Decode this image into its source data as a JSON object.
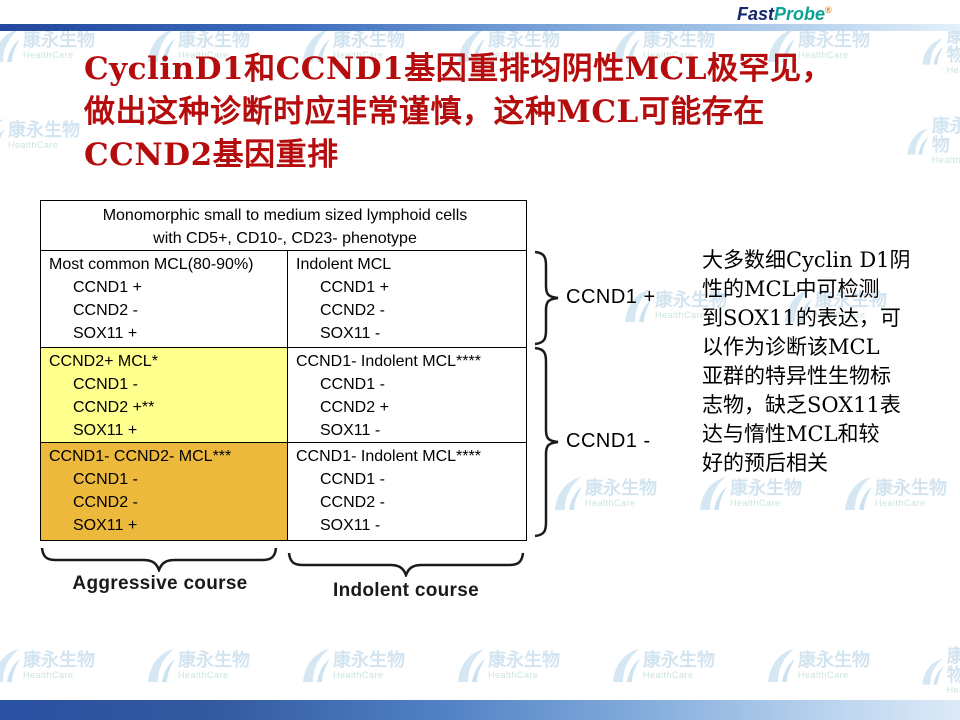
{
  "brand": {
    "fast": "Fast",
    "probe": "Probe",
    "registered": "®"
  },
  "colors": {
    "title_red": "#b50d0d",
    "highlight_yellow": "#ffff8e",
    "highlight_orange": "#ecb93d",
    "brand_fast_navy": "#16276d",
    "brand_probe_teal": "#0aa396",
    "brand_reg_orange": "#e87b0c"
  },
  "title": {
    "lines": [
      "CyclinD1和CCND1基因重排均阴性MCL极罕见，",
      "做出这种诊断时应非常谨慎，这种MCL可能存在",
      "CCND2基因重排"
    ]
  },
  "diagram": {
    "header_line1": "Monomorphic small to medium sized lymphoid cells",
    "header_line2": "with CD5+, CD10-, CD23- phenotype",
    "rows": [
      {
        "left": {
          "title": "Most common MCL(80-90%)",
          "lines": [
            "CCND1 +",
            "CCND2 -",
            "SOX11 +"
          ]
        },
        "right": {
          "title": "Indolent MCL",
          "lines": [
            "CCND1 +",
            "CCND2 -",
            "SOX11 -"
          ]
        }
      },
      {
        "left": {
          "title": "CCND2+ MCL*",
          "lines": [
            "CCND1 -",
            "CCND2 +**",
            "SOX11 +"
          ]
        },
        "right": {
          "title": "CCND1- Indolent MCL****",
          "lines": [
            "CCND1 -",
            "CCND2 +",
            "SOX11 -"
          ]
        }
      },
      {
        "left": {
          "title": "CCND1- CCND2- MCL***",
          "lines": [
            "CCND1 -",
            "CCND2 -",
            "SOX11 +"
          ]
        },
        "right": {
          "title": "CCND1- Indolent MCL****",
          "lines": [
            "CCND1 -",
            "CCND2 -",
            "SOX11 -"
          ]
        }
      }
    ],
    "brace_label_top": "CCND1 +",
    "brace_label_bottom": "CCND1 -",
    "course_label_left": "Aggressive course",
    "course_label_right": "Indolent course"
  },
  "side_note": {
    "text": "大多数细Cyclin D1阴\n性的MCL中可检测\n到SOX11的表达，可\n以作为诊断该MCL\n亚群的特异性生物标\n志物，缺乏SOX11表\n达与惰性MCL和较\n好的预后相关"
  },
  "watermark": {
    "name": "康永生物",
    "subtitle": "HealthCare"
  }
}
